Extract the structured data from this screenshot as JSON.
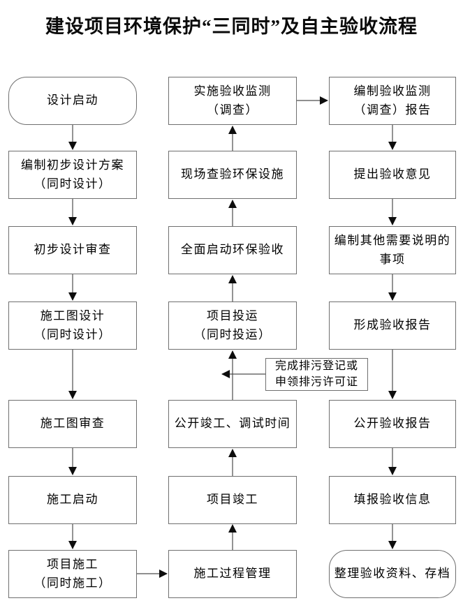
{
  "title": "建设项目环境保护“三同时”及自主验收流程",
  "nodes": {
    "design_start": {
      "label": "设计启动",
      "shape": "rounded"
    },
    "prelim_design": {
      "label": "编制初步设计方案\n（同时设计）",
      "shape": "rect"
    },
    "prelim_review": {
      "label": "初步设计审查",
      "shape": "rect"
    },
    "construction_drawing": {
      "label": "施工图设计\n（同时设计）",
      "shape": "rect"
    },
    "drawing_review": {
      "label": "施工图审查",
      "shape": "rect"
    },
    "construction_start": {
      "label": "施工启动",
      "shape": "rect"
    },
    "project_construction": {
      "label": "项目施工\n（同时施工）",
      "shape": "rect"
    },
    "construction_management": {
      "label": "施工过程管理",
      "shape": "rect"
    },
    "project_completion": {
      "label": "项目竣工",
      "shape": "rect"
    },
    "publicize_completion": {
      "label": "公开竣工、调试时间",
      "shape": "rect"
    },
    "project_operation": {
      "label": "项目投运\n（同时投运）",
      "shape": "rect"
    },
    "pollution_permit": {
      "label": "完成排污登记或\n申领排污许可证",
      "shape": "rect"
    },
    "launch_acceptance": {
      "label": "全面启动环保验收",
      "shape": "rect"
    },
    "site_inspection": {
      "label": "现场查验环保设施",
      "shape": "rect"
    },
    "acceptance_monitoring": {
      "label": "实施验收监测\n（调查）",
      "shape": "rect"
    },
    "monitoring_report": {
      "label": "编制验收监测\n（调查）报告",
      "shape": "rect"
    },
    "acceptance_opinion": {
      "label": "提出验收意见",
      "shape": "rect"
    },
    "other_matters": {
      "label": "编制其他需要说明的\n事项",
      "shape": "rect"
    },
    "acceptance_report": {
      "label": "形成验收报告",
      "shape": "rect"
    },
    "publicize_report": {
      "label": "公开验收报告",
      "shape": "rect"
    },
    "fill_info": {
      "label": "填报验收信息",
      "shape": "rect"
    },
    "archive": {
      "label": "整理验收资料、存档",
      "shape": "rounded"
    }
  },
  "edges": [
    {
      "from": "design_start",
      "to": "prelim_design",
      "direction": "down"
    },
    {
      "from": "prelim_design",
      "to": "prelim_review",
      "direction": "down"
    },
    {
      "from": "prelim_review",
      "to": "construction_drawing",
      "direction": "down"
    },
    {
      "from": "construction_drawing",
      "to": "drawing_review",
      "direction": "down"
    },
    {
      "from": "drawing_review",
      "to": "construction_start",
      "direction": "down"
    },
    {
      "from": "construction_start",
      "to": "project_construction",
      "direction": "down"
    },
    {
      "from": "project_construction",
      "to": "construction_management",
      "direction": "right"
    },
    {
      "from": "construction_management",
      "to": "project_completion",
      "direction": "up"
    },
    {
      "from": "project_completion",
      "to": "publicize_completion",
      "direction": "up"
    },
    {
      "from": "publicize_completion",
      "to": "project_operation",
      "direction": "up"
    },
    {
      "from": "pollution_permit",
      "to": "publicize_completion-project_operation-connector",
      "direction": "left"
    },
    {
      "from": "project_operation",
      "to": "launch_acceptance",
      "direction": "up"
    },
    {
      "from": "launch_acceptance",
      "to": "site_inspection",
      "direction": "up"
    },
    {
      "from": "site_inspection",
      "to": "acceptance_monitoring",
      "direction": "up"
    },
    {
      "from": "acceptance_monitoring",
      "to": "monitoring_report",
      "direction": "right"
    },
    {
      "from": "monitoring_report",
      "to": "acceptance_opinion",
      "direction": "down"
    },
    {
      "from": "acceptance_opinion",
      "to": "other_matters",
      "direction": "down"
    },
    {
      "from": "other_matters",
      "to": "acceptance_report",
      "direction": "down"
    },
    {
      "from": "acceptance_report",
      "to": "publicize_report",
      "direction": "down"
    },
    {
      "from": "publicize_report",
      "to": "fill_info",
      "direction": "down"
    },
    {
      "from": "fill_info",
      "to": "archive",
      "direction": "down"
    }
  ],
  "colors": {
    "box_border": "#6f6f6f",
    "arrow_line": "#4d4d4d",
    "arrow_head": "#0d0d0d",
    "text": "#000000",
    "background": "#ffffff"
  }
}
